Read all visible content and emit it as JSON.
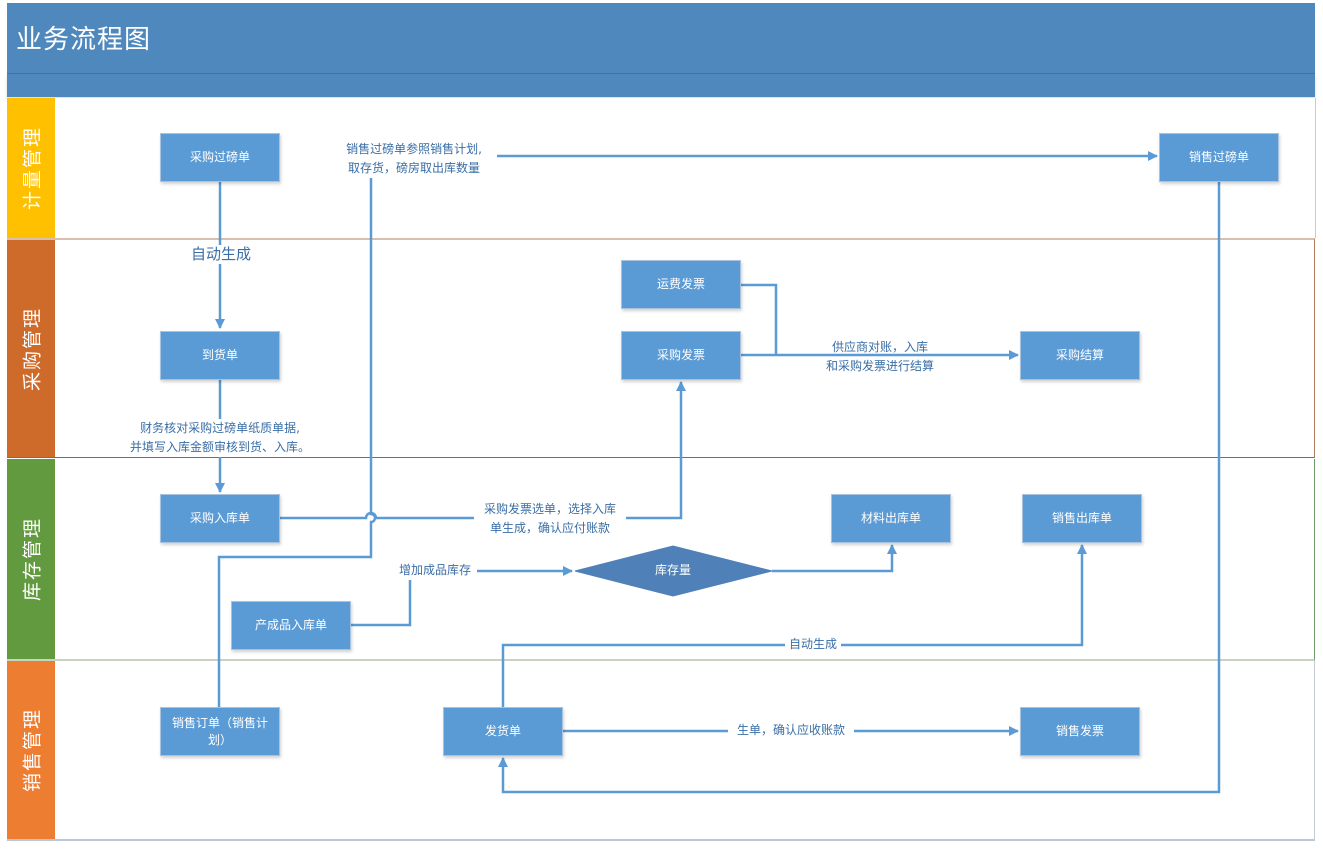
{
  "header": {
    "title": "业务流程图"
  },
  "lanes": [
    {
      "label": "计量管理",
      "color": "#ffc000"
    },
    {
      "label": "采购管理",
      "color": "#cf6b2a"
    },
    {
      "label": "库存管理",
      "color": "#629a40"
    },
    {
      "label": "销售管理",
      "color": "#ed7d31"
    }
  ],
  "nodes": {
    "purchase_weigh": "采购过磅单",
    "sales_weigh": "销售过磅单",
    "arrival": "到货单",
    "freight_invoice": "运费发票",
    "purchase_invoice": "采购发票",
    "purchase_settle": "采购结算",
    "purchase_inbound": "采购入库单",
    "material_outbound": "材料出库单",
    "sales_outbound": "销售出库单",
    "inventory": "库存量",
    "product_inbound": "产成品入库单",
    "sales_order": "销售订单（销售计划）",
    "delivery": "发货单",
    "sales_invoice": "销售发票"
  },
  "labels": {
    "sales_weigh_line1": "销售过磅单参照销售计划,",
    "sales_weigh_line2": "取存货，磅房取出库数量",
    "auto_gen_1": "自动生成",
    "finance_line1": "财务核对采购过磅单纸质单据,",
    "finance_line2": "并填写入库金额审核到货、入库。",
    "settle_line1": "供应商对账，入库",
    "settle_line2": "和采购发票进行结算",
    "invoice_select_line1": "采购发票选单，选择入库",
    "invoice_select_line2": "单生成，确认应付账款",
    "add_stock": "增加成品库存",
    "auto_gen_2": "自动生成",
    "receivable": "生单，确认应收账款"
  },
  "colors": {
    "flow": "#5b9bd5",
    "node": "#5b9bd5",
    "decision": "#4f81b8",
    "text": "#3a6ea5"
  }
}
